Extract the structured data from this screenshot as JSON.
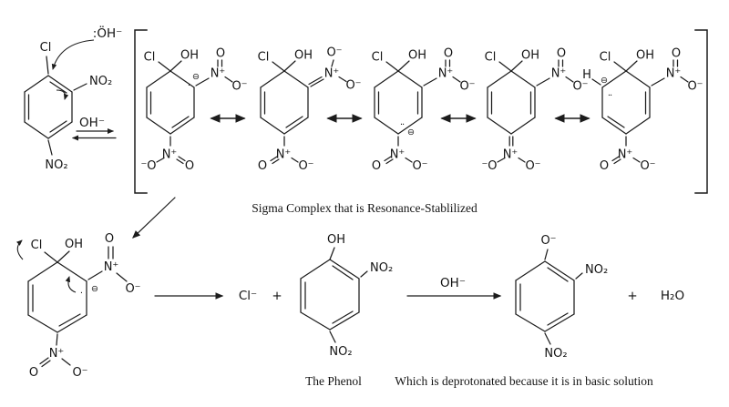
{
  "colors": {
    "ink": "#1c1c1c",
    "background": "#ffffff"
  },
  "atoms": {
    "cl": "Cl",
    "oh": "OH",
    "o": "O",
    "o_minus": "O⁻",
    "minus_o": "⁻O",
    "n_plus": "N⁺",
    "no2": "NO₂",
    "h": "H",
    "neg": "⊖",
    "lp": "··",
    "dot": "·"
  },
  "labels": {
    "hydroxide_attack": ":ÖH⁻",
    "equilibrium_reagent": "OH⁻",
    "chloride_ion": "Cl⁻",
    "plus": "+",
    "arrow_reagent": "OH⁻",
    "water": "H₂O"
  },
  "captions": {
    "sigma": "Sigma Complex that is Resonance-Stablilized",
    "phenol": "The Phenol",
    "deprotonated": "Which is deprotonated because it is in basic solution"
  }
}
